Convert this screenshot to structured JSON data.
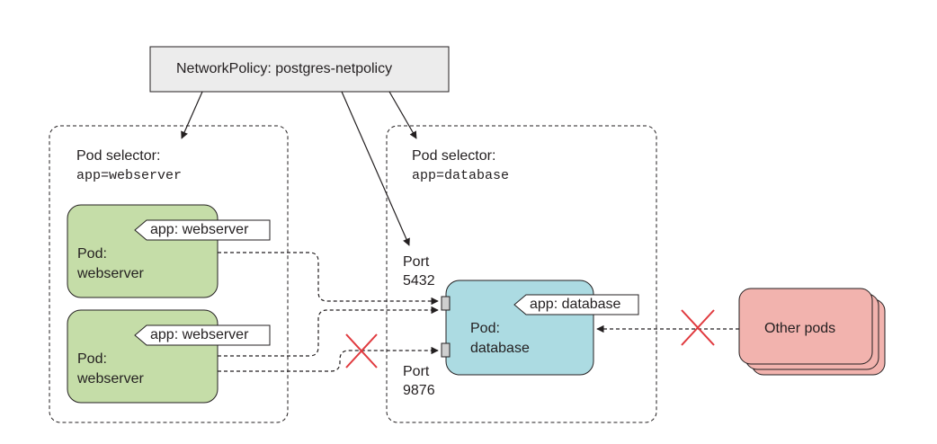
{
  "policy": {
    "title": "NetworkPolicy: postgres-netpolicy"
  },
  "left_group": {
    "selector_label": "Pod selector:",
    "selector_value": "app=webserver"
  },
  "right_group": {
    "selector_label": "Pod selector:",
    "selector_value": "app=database"
  },
  "pods": [
    {
      "tag": "app: webserver",
      "line1": "Pod:",
      "line2": "webserver"
    },
    {
      "tag": "app: webserver",
      "line1": "Pod:",
      "line2": "webserver"
    },
    {
      "tag": "app: database",
      "line1": "Pod:",
      "line2": "database"
    }
  ],
  "ports": [
    {
      "line1": "Port",
      "line2": "5432"
    },
    {
      "line1": "Port",
      "line2": "9876"
    }
  ],
  "other": {
    "label": "Other pods"
  },
  "colors": {
    "policy_fill": "#ececec",
    "webserver_fill": "#c5dda8",
    "database_fill": "#acdbe2",
    "other_fill": "#f2b3ae",
    "blocked": "#e0393e",
    "stroke": "#231f20"
  }
}
